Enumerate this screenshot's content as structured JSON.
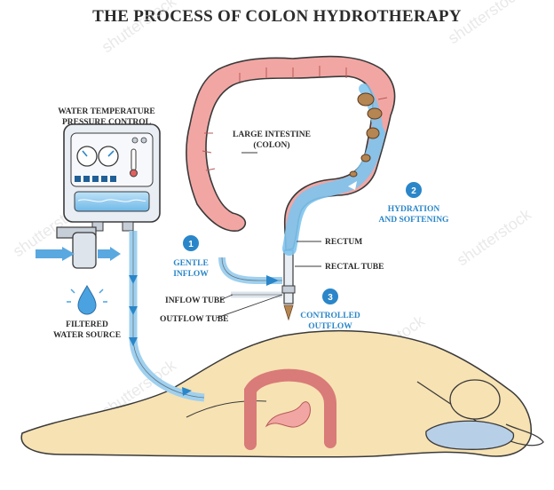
{
  "title": "THE PROCESS OF COLON HYDROTHERAPY",
  "labels": {
    "control_line1": "WATER TEMPERATURE",
    "control_line2": "PRESSURE CONTROL",
    "colon_line1": "LARGE INTESTINE",
    "colon_line2": "(COLON)",
    "rectum": "RECTUM",
    "rectal_tube": "RECTAL TUBE",
    "inflow_tube": "INFLOW TUBE",
    "outflow_tube": "OUTFLOW TUBE",
    "filtered_line1": "FILTERED",
    "filtered_line2": "WATER SOURCE"
  },
  "steps": [
    {
      "number": "1",
      "line1": "GENTLE",
      "line2": "INFLOW"
    },
    {
      "number": "2",
      "line1": "HYDRATION",
      "line2": "AND SOFTENING"
    },
    {
      "number": "3",
      "line1": "CONTROLLED",
      "line2": "OUTFLOW"
    }
  ],
  "watermark": "shutterstock",
  "colors": {
    "accent_blue": "#2a86c8",
    "water_blue": "#7ec4ee",
    "colon_pink": "#f2a6a3",
    "skin": "#f7e2b3",
    "machine": "#e9eef4"
  }
}
